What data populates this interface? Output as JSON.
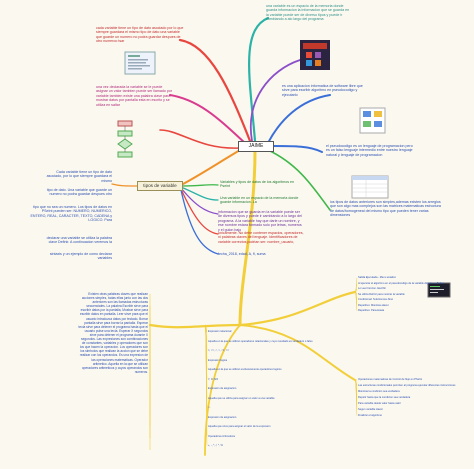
{
  "center": {
    "label": "JAIME"
  },
  "hub": {
    "label": "tipos de variable"
  },
  "nodes": {
    "top_right": "una variable es un espacio de la memoria donde guarda informacion la informacion que se guarda en la variable puede ser de diverso tipos y puede ir cambiando a alo largo del programa",
    "top_left": "cada variable tiene un tipo de dato asociado por lo que siempre guardara el mismo tipo de dato una variable que guarde un numero no podra guardar despues de otro numeroo tsar",
    "mid_left": "una vez declarada la variable se le puede asignar un valor tambien puede ser llamado por variable tambien existe una palabra clave para mostrar datos por pantalla esta en escrito y se utiliza en saltar",
    "mid_right": "es una aplicacion informatica de software libre que sirve para escribir algoritmo en pseudocodigo y ejecutarlo",
    "right_lang": "el pseudocodigo es un lenguaje de programacion pero es un falso lenguaje intermedio entre nuestro lenguaje natural y lenguaje de programacion",
    "right_types": "los tipos de datos anteriores son simples,ademas existen los arreglos que son algo mas complejos son las matrices matematicas estructura de datos/homogeneal del mismo tipo que pueden tener varias dimensiones",
    "left_1": "Cada variable tiene un tipo de dato asociado, por lo que siempre guardara el mismo",
    "left_2": "tipo de dato. Una variable que guarde un numero no podra guardar despues otro",
    "left_3": "tipo que no sea un numero. Los tipos de datos en PSeInt pueden ser: NUMERO, NUMERICO, ENTERO, REAL, CARACTER, TEXTO, CADENA y LOGICO. Para",
    "left_4": "declarar una variable se utiliza la palabra clave Definir. A continuacion veremos la",
    "left_5": "sintaxis y un ejemplo de como declarar variables",
    "hub_1": "Variables y tipos de datos de los algoritmos en Pseint",
    "hub_2": "Una variable en un espacio de la memoria donde guarde informacion. La",
    "hub_3": "informacion que se guarda en la variable puede ser de diversos tipos y puede ir cambiando a lo largo del programa. A la variable hay que darle un nombre, y ese nombre estara formado solo por letras, numeros y el guion bajo",
    "hub_4": "unicamente. No debe contener espacios, operadores, ni palabras claves del lenguaje. Identificadores de variable correctos podrian ser: nombre_usuario,",
    "hub_5": "fecha_2018, edad, A, fl, suma",
    "bottom_left": "Existen otras palabras claves que realizan acciones simples, todas ellas junto con las dos anteriores son las llamadas estructuras secuenciales. La palabra Escribir sirve para escribir datos por la pantalla, Mostrar sirve para escribir datos en pantalla. Leer sirve para que el usuario introduzca datos por teclado. Borrar pantalla sirve para borrar la pantalla. Esperar tecla sirve para detener el programa hasta que el usuario pulse una tecla. Esperar X segundos sirve para detener el programa durante X segundos. Las expresiones son combinaciones de constantes, variables y operadores que son los que hacen la operacion. Los operadores son los simbolos que realizan la accion que se debe realizar con los operandos. Es una expresion de las operaciones matematicas. Operador aritmetico. Aquella en la que se utilizan operadores aritmeticos y cuyos operandos son numeros.",
    "bottom_right_top": "Salida Ejecutada",
    "bottom_right_bottom": "Operaciones matematicas de Control de flujo en PSeInt"
  },
  "bottom_list": [
    "Expresion relacional",
    "Aquella en la que se utilizan operadores relacionales y cuyo resultado es verdadero o falso",
    "=, <>, <, >, <=, >=",
    "Expresion logica",
    "Aquella en la que se utilizan exclusivamente operadores logicos",
    "Y, O, NO",
    "Expresion de asignacion",
    "Aquella que se utiliza para asignar un valor a una variable",
    "<-",
    "Expresion de asignacion",
    "Aquella que sirve para asignar el valor de la expresion",
    "Operadores Aritmeticos",
    "+, -, *, /, ^, %"
  ],
  "right_list": [
    "Salida Ejecutada - Menu estatico",
    "Al ejecutar el algoritmo en el pseudocodigo de la variable Algoritmo, Definir",
    "Lo Leer funcion. Escribir",
    "Se utiliza Definir para mostrar la variable",
    "Condicional: Si-Entonces-Sino",
    "Repetitivo: Mientras-Hacer",
    "Repetitivo: Para-Hasta"
  ],
  "right_list_bottom": [
    "Operaciones matematicas de Control de flujo en PSeInt",
    "Las estructuras condicionales permiten al programa ejecutar diferentes instrucciones",
    "Mientras la condicion sea verdadera",
    "Repetir hasta que la condicion sea verdadera",
    "Para variable desde valor hasta valor",
    "Segun variable Hacer",
    "Finalizar el algoritmo"
  ],
  "colors": {
    "branch_yellow": "#f2cf3a",
    "branch_purple": "#8b4fc9",
    "branch_red": "#e8473f",
    "branch_blue": "#3a6fd8",
    "branch_green": "#3fb84a",
    "branch_orange": "#f0922a",
    "branch_teal": "#2bb3a8",
    "text_green": "#1e7a2e",
    "text_blue": "#2a4fb0",
    "text_purple": "#6a2f9a",
    "text_red": "#c22a2a"
  }
}
